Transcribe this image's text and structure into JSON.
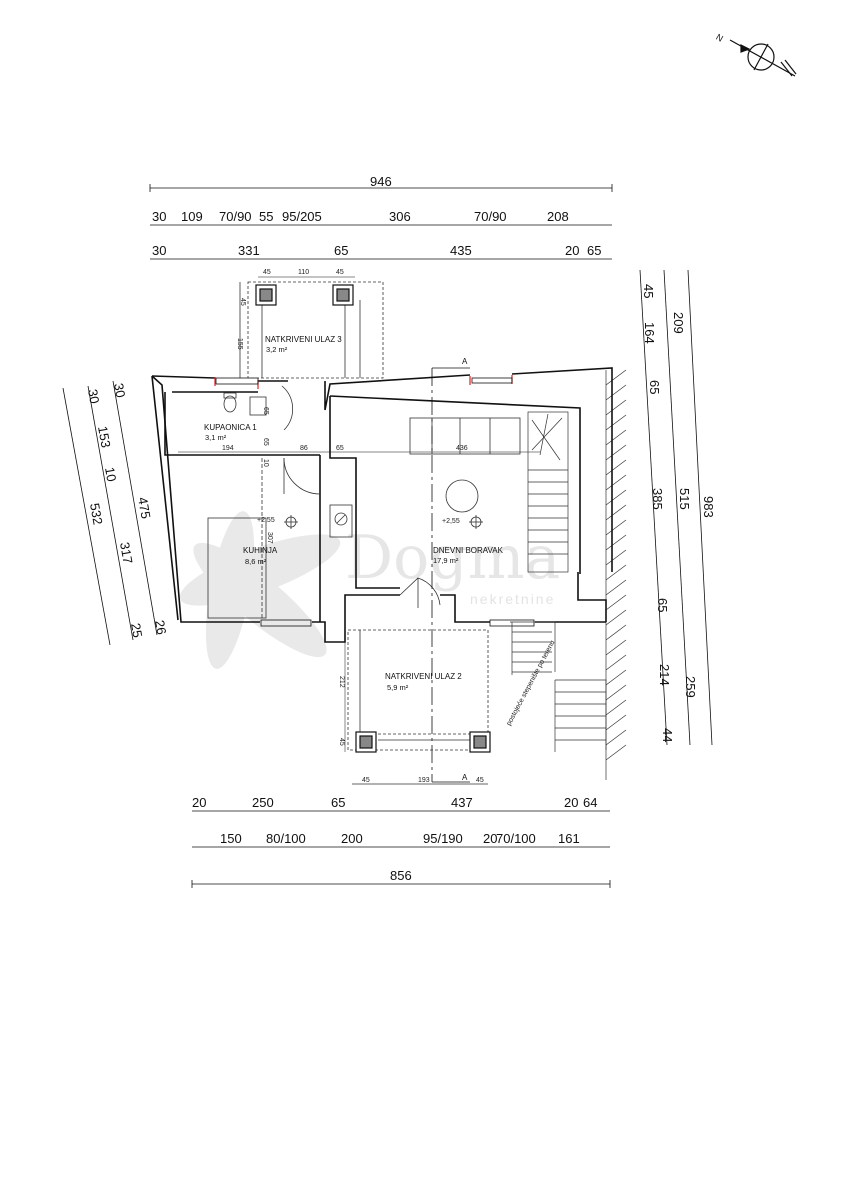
{
  "compass": {
    "north_label": "N"
  },
  "dimensions": {
    "top_overall": "946",
    "top_row1": [
      "30",
      "109",
      "70/90",
      "55",
      "95/205",
      "306",
      "70/90",
      "208"
    ],
    "top_row2": [
      "30",
      "331",
      "65",
      "435",
      "20",
      "65"
    ],
    "porch3": [
      "45",
      "110",
      "45"
    ],
    "porch3_side": [
      "45",
      "155"
    ],
    "bottom_row1": [
      "20",
      "250",
      "65",
      "437",
      "20",
      "64"
    ],
    "bottom_row2": [
      "150",
      "80/100",
      "200",
      "95/190",
      "20",
      "70/100",
      "161"
    ],
    "bottom_overall": "856",
    "porch2_bottom": [
      "45",
      "193",
      "45"
    ],
    "porch2_side": [
      "212",
      "45"
    ],
    "right_outer": [
      "45",
      "164",
      "65",
      "385",
      "65",
      "214",
      "44"
    ],
    "right_mid": [
      "209",
      "515",
      "259"
    ],
    "right_overall": "983",
    "left_outer": [
      "30",
      "30",
      "153",
      "10",
      "317",
      "25"
    ],
    "left_mid": [
      "475",
      "26"
    ],
    "left_overall": "532",
    "interior": [
      "194",
      "86",
      "65",
      "436",
      "65",
      "65",
      "10",
      "307"
    ]
  },
  "rooms": {
    "natkriveni_ulaz_3": {
      "name": "NATKRIVENI ULAZ 3",
      "area": "3,2 m²"
    },
    "kupaonica": {
      "name": "KUPAONICA 1",
      "area": "3,1 m²"
    },
    "kuhinja": {
      "name": "KUHINJA",
      "area": "8,6 m²"
    },
    "dnevni_boravak": {
      "name": "DNEVNI BORAVAK",
      "area": "17,9 m²"
    },
    "natkriveni_ulaz_2": {
      "name": "NATKRIVENI ULAZ 2",
      "area": "5,9 m²"
    }
  },
  "levels": {
    "kitchen": "+2,55",
    "living": "+2,55"
  },
  "section_marks": {
    "top": "A",
    "bottom": "A"
  },
  "stair_note": "postojeće stepenište po terenu",
  "watermark": {
    "main": "Dogma",
    "sub": "nekretnine"
  }
}
